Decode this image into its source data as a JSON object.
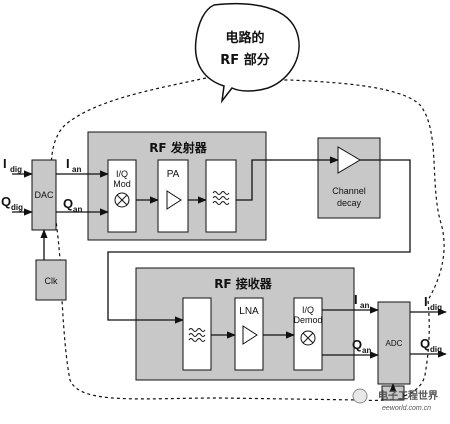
{
  "bubble": {
    "line1": "电路的",
    "line2": "RF 部分"
  },
  "transmitter": {
    "title": "RF 发射器",
    "iq_mod_line1": "I/Q",
    "iq_mod_line2": "Mod",
    "pa": "PA"
  },
  "receiver": {
    "title": "RF 接收器",
    "lna": "LNA",
    "iq_demod_line1": "I/Q",
    "iq_demod_line2": "Demod"
  },
  "dac": {
    "label": "DAC"
  },
  "clk": {
    "label": "Clk"
  },
  "adc": {
    "label": "ADC"
  },
  "channel": {
    "line1": "Channel",
    "line2": "decay"
  },
  "signals": {
    "i_dig_in": {
      "main": "I",
      "sub": "dig"
    },
    "q_dig_in": {
      "main": "Q",
      "sub": "dig"
    },
    "i_an_in": {
      "main": "I",
      "sub": "an"
    },
    "q_an_in": {
      "main": "Q",
      "sub": "an"
    },
    "i_an_out": {
      "main": "I",
      "sub": "an"
    },
    "q_an_out": {
      "main": "Q",
      "sub": "an"
    },
    "i_dig_out": {
      "main": "I",
      "sub": "dig"
    },
    "q_dig_out": {
      "main": "Q",
      "sub": "dig"
    }
  },
  "watermark": {
    "brand": "电子工程世界",
    "url": "eeworld.com.cn"
  },
  "colors": {
    "block_fill": "#c8c8c8",
    "box_fill": "#ffffff",
    "stroke": "#111111"
  }
}
